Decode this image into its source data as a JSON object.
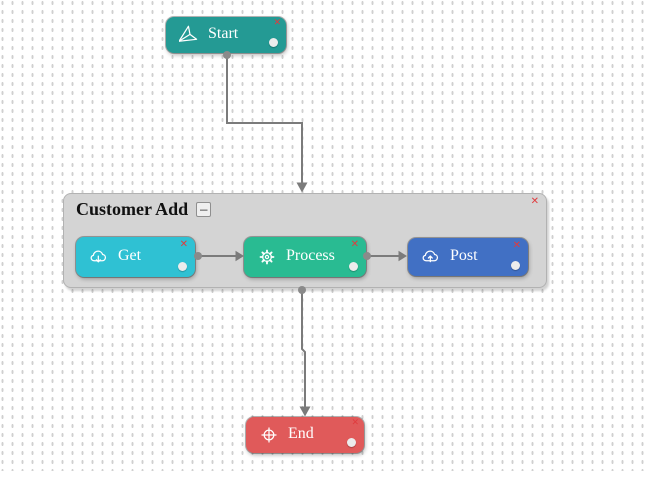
{
  "ui": {
    "delete_glyph": "✕",
    "delete_color": "#e03b3e",
    "collapse_glyph": "−",
    "endpoint_color": "#ececec",
    "port_color": "#8a8a8a",
    "connector_color": "#7b7b7b",
    "grid_dot_color": "#d0d0d0",
    "canvas_background": "#ffffff"
  },
  "group": {
    "label": "Customer Add",
    "background": "#d4d4d4"
  },
  "nodes": {
    "start": {
      "label": "Start",
      "icon": "paper-plane-icon",
      "color": "#249a94"
    },
    "get": {
      "label": "Get",
      "icon": "cloud-download-icon",
      "color": "#2fc1d3"
    },
    "process": {
      "label": "Process",
      "icon": "gear-icon",
      "color": "#29bb92"
    },
    "post": {
      "label": "Post",
      "icon": "cloud-upload-icon",
      "color": "#4170c4"
    },
    "end": {
      "label": "End",
      "icon": "crosshair-icon",
      "color": "#e05a5a"
    }
  }
}
